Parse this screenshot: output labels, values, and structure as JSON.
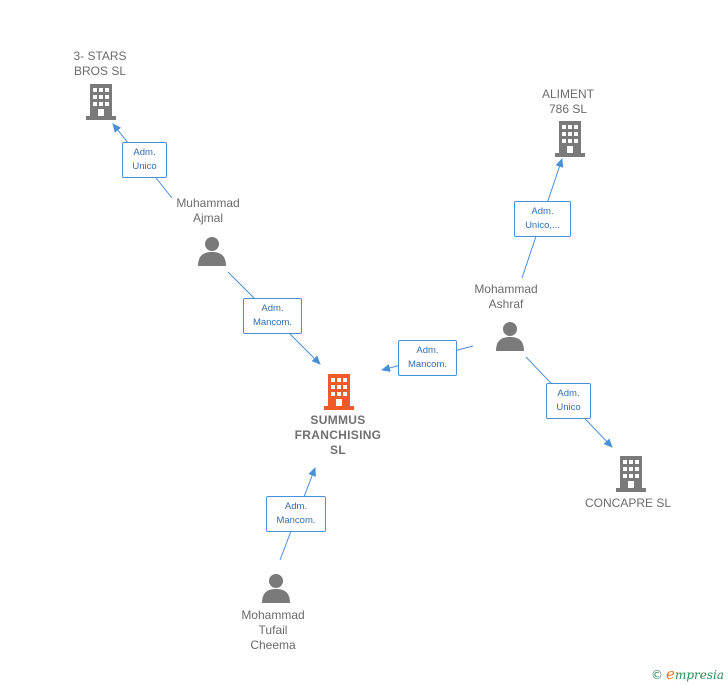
{
  "colors": {
    "edge": "#4a90d9",
    "company": "#7a7a7a",
    "company_main": "#f05a28",
    "person": "#7a7a7a"
  },
  "nodes": {
    "stars": {
      "label": "3- STARS\nBROS SL",
      "icon": "building-icon"
    },
    "aliment": {
      "label": "ALIMENT\n786  SL",
      "icon": "building-icon"
    },
    "ajmal": {
      "label": "Muhammad\nAjmal",
      "icon": "person-icon"
    },
    "ashraf": {
      "label": "Mohammad\nAshraf",
      "icon": "person-icon"
    },
    "summus": {
      "label": "SUMMUS\nFRANCHISING\nSL",
      "icon": "building-icon"
    },
    "concapre": {
      "label": "CONCAPRE  SL",
      "icon": "building-icon"
    },
    "tufail": {
      "label": "Mohammad\nTufail\nCheema",
      "icon": "person-icon"
    }
  },
  "relations": {
    "ajmal_stars": "Adm.\nUnico",
    "ashraf_aliment": "Adm.\nUnico,...",
    "ajmal_summus": "Adm.\nMancom.",
    "ashraf_summus": "Adm.\nMancom.",
    "ashraf_concapre": "Adm.\nUnico",
    "tufail_summus": "Adm.\nMancom."
  },
  "brand": {
    "copyright": "©",
    "e": "e",
    "name": "mpresia"
  }
}
